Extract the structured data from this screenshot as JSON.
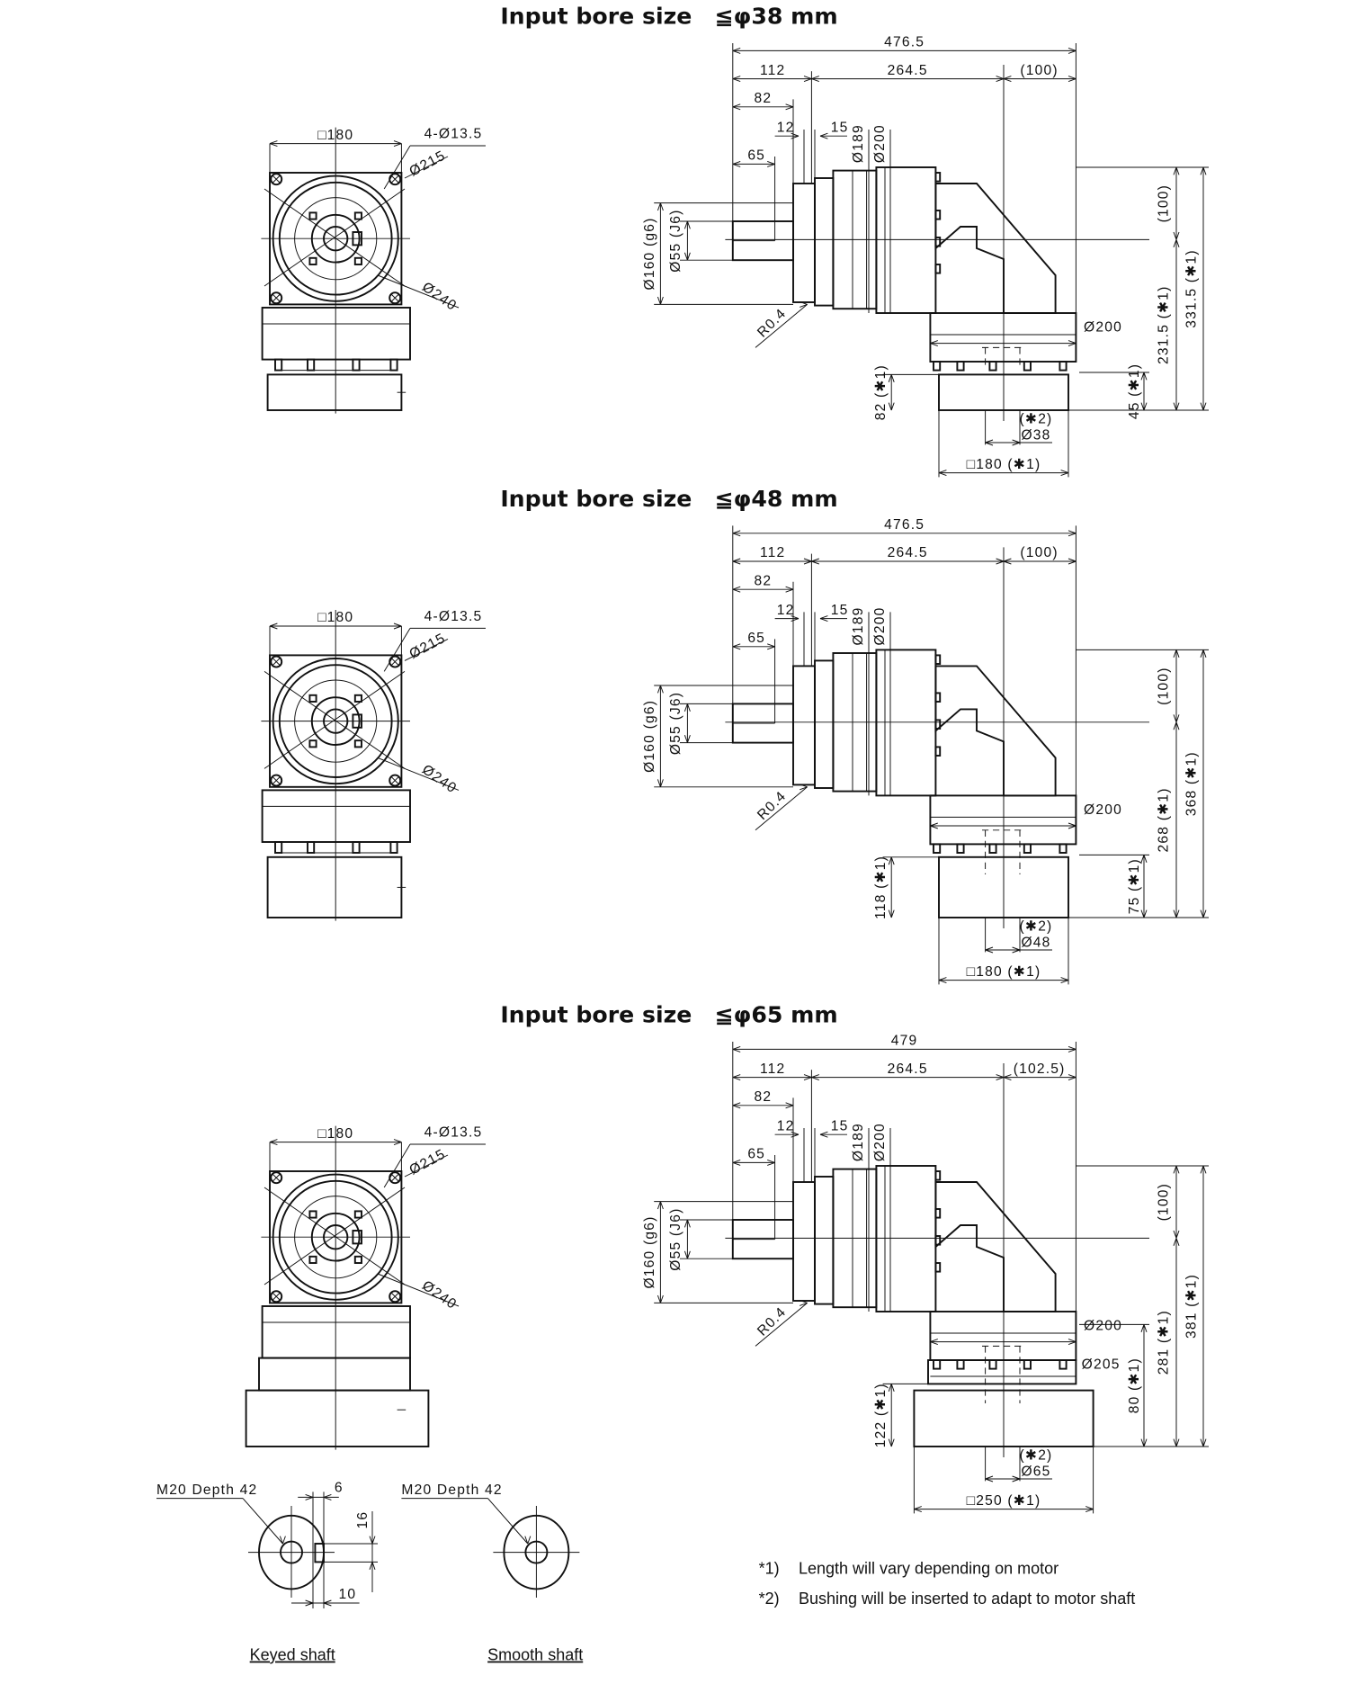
{
  "sections": [
    {
      "title": "Input bore size　≦φ38 mm",
      "dims": {
        "overall": "476.5",
        "d112": "112",
        "d264": "264.5",
        "d100": "(100)",
        "d82": "82",
        "d12": "12",
        "d15": "15",
        "d189": "Ø189",
        "d200top": "Ø200",
        "d65": "65",
        "d160": "Ø160 (g6)",
        "d55": "Ø55 (J6)",
        "r04": "R0.4",
        "d200side": "Ø200",
        "hA": "45 (✱1)",
        "hB": "231.5 (✱1)",
        "hC": "331.5 (✱1)",
        "h100": "(100)",
        "motorH": "82 (✱1)",
        "note2": "(✱2)",
        "bore": "Ø38",
        "motorSq": "□180 (✱1)",
        "front_sq": "□180",
        "front_holes": "4-Ø13.5",
        "front_pcd": "Ø215",
        "front_od": "Ø240"
      }
    },
    {
      "title": "Input bore size　≦φ48 mm",
      "dims": {
        "overall": "476.5",
        "d112": "112",
        "d264": "264.5",
        "d100": "(100)",
        "d82": "82",
        "d12": "12",
        "d15": "15",
        "d189": "Ø189",
        "d200top": "Ø200",
        "d65": "65",
        "d160": "Ø160 (g6)",
        "d55": "Ø55 (J6)",
        "r04": "R0.4",
        "d200side": "Ø200",
        "hA": "75 (✱1)",
        "hB": "268 (✱1)",
        "hC": "368 (✱1)",
        "h100": "(100)",
        "motorH": "118 (✱1)",
        "note2": "(✱2)",
        "bore": "Ø48",
        "motorSq": "□180 (✱1)",
        "front_sq": "□180",
        "front_holes": "4-Ø13.5",
        "front_pcd": "Ø215",
        "front_od": "Ø240"
      }
    },
    {
      "title": "Input bore size　≦φ65 mm",
      "dims": {
        "overall": "479",
        "d112": "112",
        "d264": "264.5",
        "d100": "(102.5)",
        "d82": "82",
        "d12": "12",
        "d15": "15",
        "d189": "Ø189",
        "d200top": "Ø200",
        "d65": "65",
        "d160": "Ø160 (g6)",
        "d55": "Ø55 (J6)",
        "r04": "R0.4",
        "d200side": "Ø200",
        "d205": "Ø205",
        "hA": "80 (✱1)",
        "hB": "281 (✱1)",
        "hC": "381 (✱1)",
        "h100": "(100)",
        "motorH": "122 (✱1)",
        "note2": "(✱2)",
        "bore": "Ø65",
        "motorSq": "□250 (✱1)",
        "front_sq": "□180",
        "front_holes": "4-Ø13.5",
        "front_pcd": "Ø215",
        "front_od": "Ø240"
      }
    }
  ],
  "shafts": {
    "keyed": {
      "thread": "M20 Depth 42",
      "key_w": "6",
      "key_h": "16",
      "key_off": "10",
      "caption": "Keyed shaft"
    },
    "smooth": {
      "thread": "M20 Depth 42",
      "caption": "Smooth shaft"
    }
  },
  "notes": [
    {
      "mark": "*1)",
      "text": "Length will vary depending on motor"
    },
    {
      "mark": "*2)",
      "text": "Bushing will be inserted to adapt to motor shaft"
    }
  ]
}
